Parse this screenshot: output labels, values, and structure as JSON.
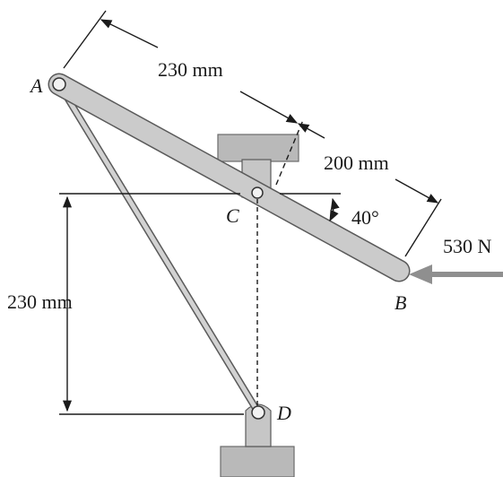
{
  "points": {
    "A": "A",
    "B": "B",
    "C": "C",
    "D": "D"
  },
  "dimensions": {
    "ac": "230 mm",
    "cb": "200 mm",
    "vertical": "230 mm",
    "angle": "40°"
  },
  "force": {
    "label": "530 N"
  },
  "colors": {
    "member_fill": "#cbcbcb",
    "member_stroke": "#5a5a5a",
    "support_fill": "#b9b9b9",
    "line": "#1b1b1b",
    "arrow": "#8f8f8f"
  }
}
